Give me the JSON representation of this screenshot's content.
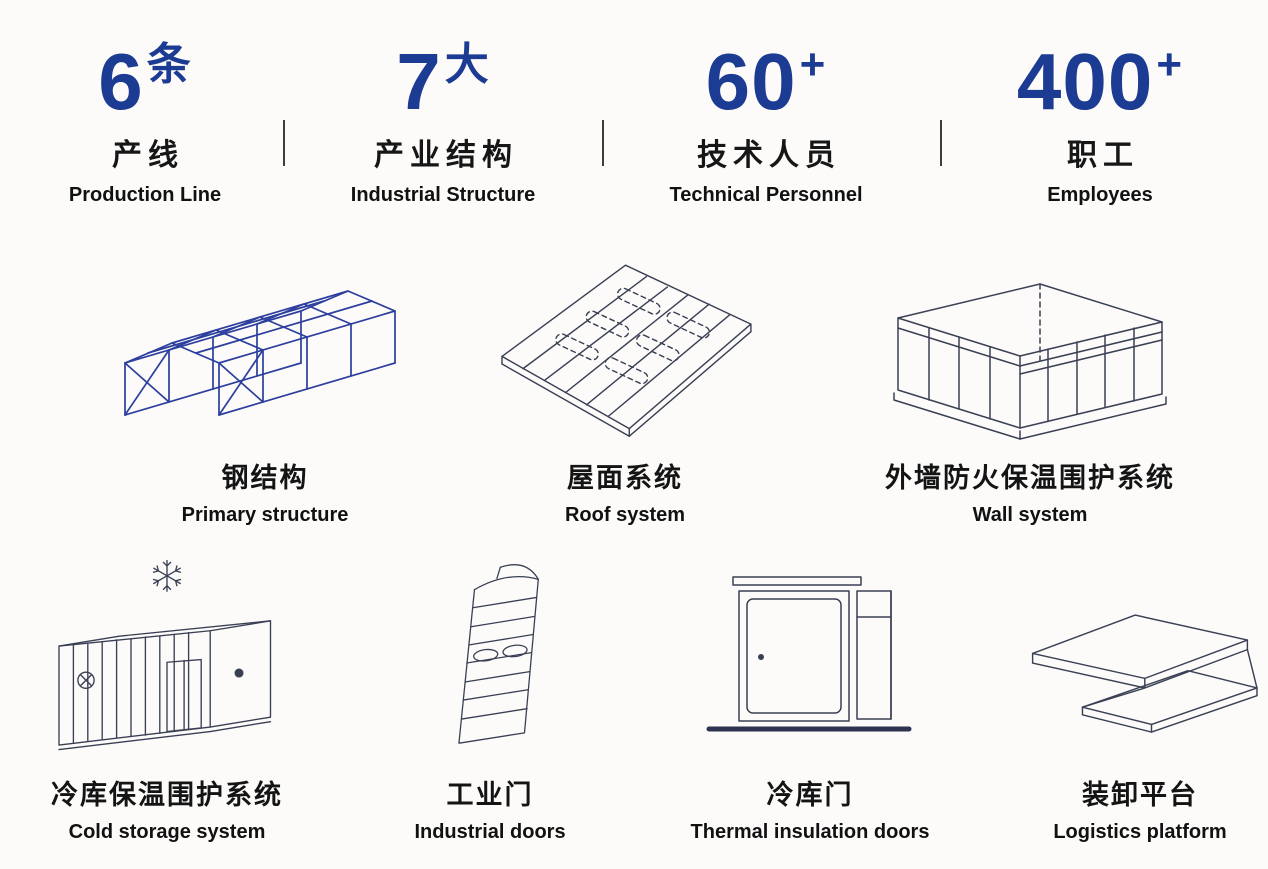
{
  "colors": {
    "accent_blue": "#1c3b92",
    "line_art": "#3a4054",
    "steel_blue": "#2c3f9e",
    "background": "#fcfbf9"
  },
  "stats": [
    {
      "number": "6",
      "suffix": "条",
      "zh": "产线",
      "en": "Production Line"
    },
    {
      "number": "7",
      "suffix": "大",
      "zh": "产业结构",
      "en": "Industrial Structure"
    },
    {
      "number": "60",
      "suffix": "+",
      "zh": "技术人员",
      "en": "Technical Personnel"
    },
    {
      "number": "400",
      "suffix": "+",
      "zh": "职工",
      "en": "Employees"
    }
  ],
  "products": [
    {
      "icon": "steel-structure-icon",
      "zh": "钢结构",
      "en": "Primary structure"
    },
    {
      "icon": "roof-system-icon",
      "zh": "屋面系统",
      "en": "Roof system"
    },
    {
      "icon": "wall-system-icon",
      "zh": "外墙防火保温围护系统",
      "en": "Wall system"
    },
    {
      "icon": "cold-storage-icon",
      "zh": "冷库保温围护系统",
      "en": "Cold storage system"
    },
    {
      "icon": "industrial-door-icon",
      "zh": "工业门",
      "en": "Industrial doors"
    },
    {
      "icon": "insulation-door-icon",
      "zh": "冷库门",
      "en": "Thermal insulation doors"
    },
    {
      "icon": "loading-platform-icon",
      "zh": "装卸平台",
      "en": "Logistics platform"
    }
  ]
}
